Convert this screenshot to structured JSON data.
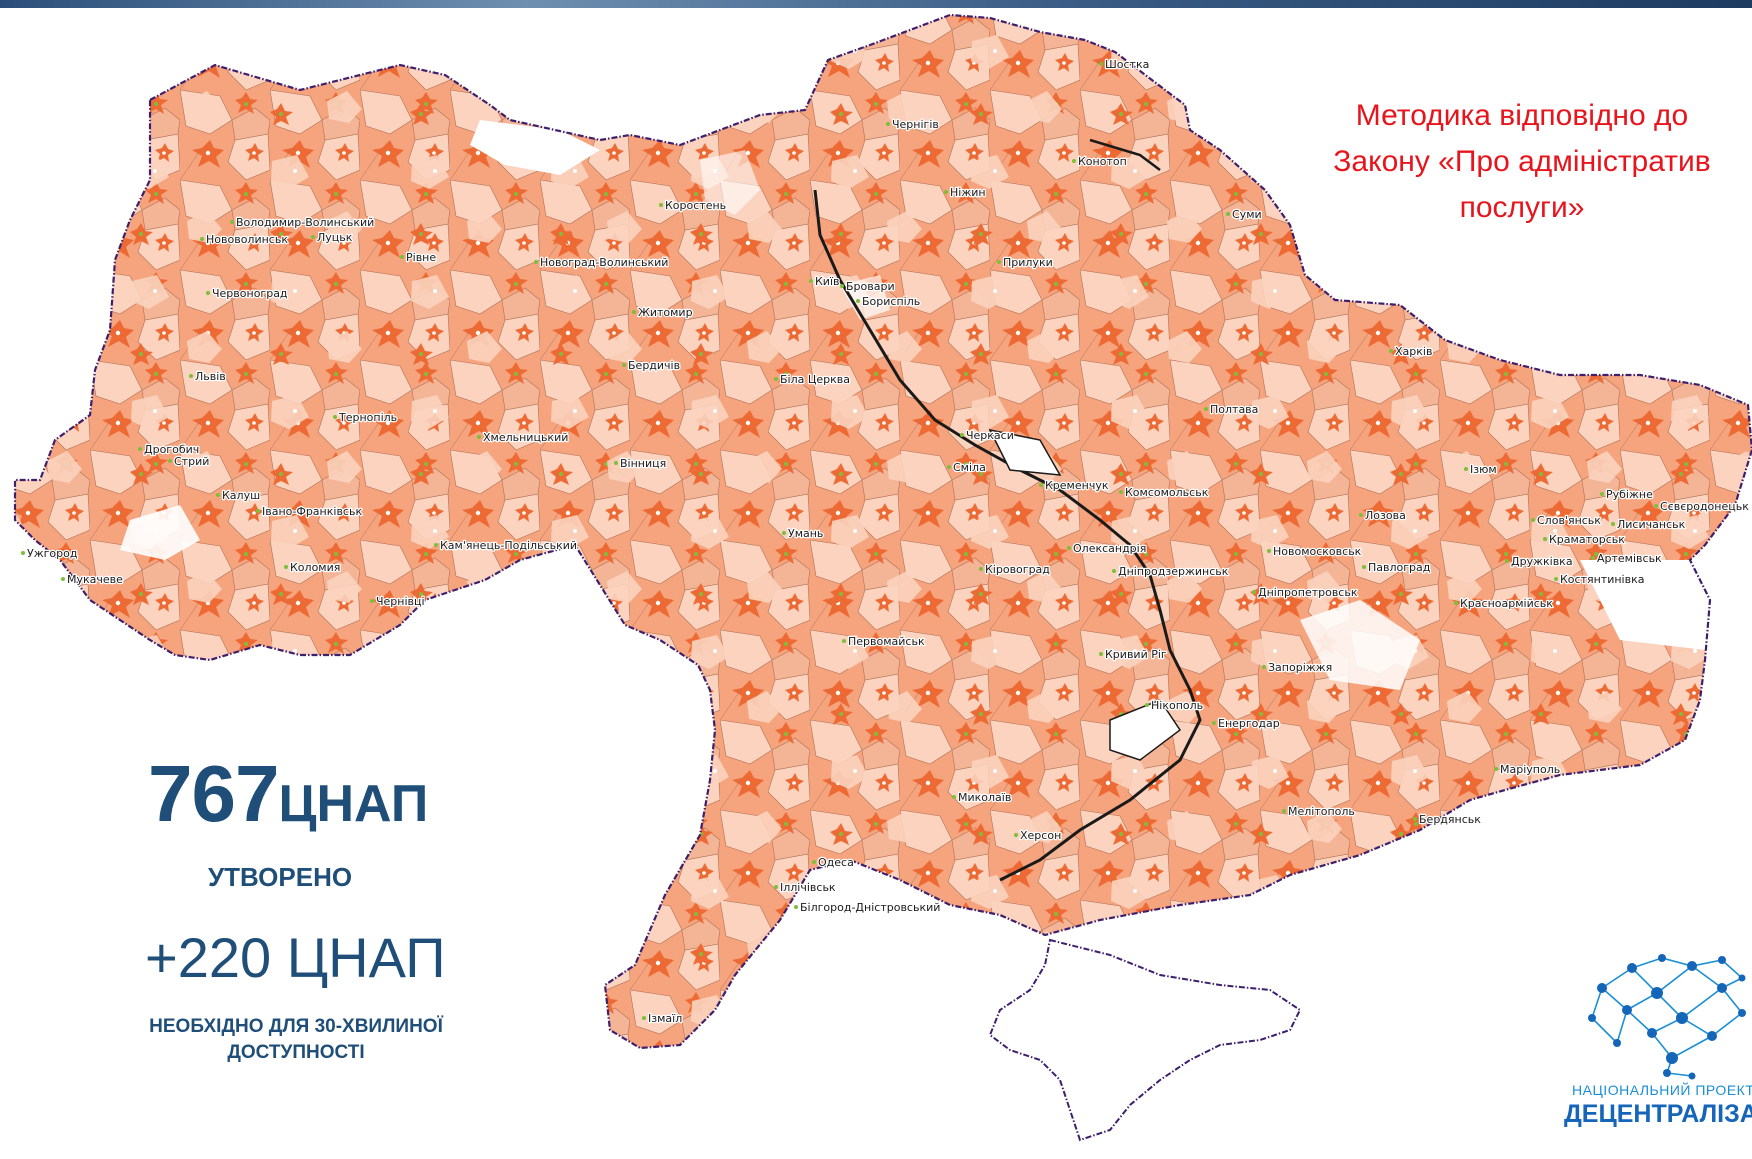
{
  "heading": {
    "lines": [
      "Методика відповідно до",
      "Закону «Про адміністратив",
      "послуги»"
    ]
  },
  "stats": {
    "created_count": "767",
    "created_unit": "ЦНАП",
    "created_caption": "УТВОРЕНО",
    "needed": "+220 ЦНАП",
    "needed_caption": "НЕОБХІДНО ДЛЯ 30-ХВИЛИНОЇ ДОСТУПНОСТІ"
  },
  "map": {
    "colors": {
      "outline": "#3d1f6e",
      "zone_light": "#fbd3be",
      "zone_mid": "#f6a47e",
      "zone_dark": "#ee6a34",
      "center_dot": "#7cbf3a",
      "water": "#1a1a1a"
    },
    "cities": [
      "Шостка",
      "Чернігів",
      "Конотоп",
      "Ніжин",
      "Суми",
      "Прилуки",
      "Бровари",
      "Бориспіль",
      "Київ",
      "Коростень",
      "Новоград-Волинський",
      "Житомир",
      "Володимир-Волинський",
      "Нововолинськ",
      "Луцьк",
      "Рівне",
      "Червоноград",
      "Львів",
      "Тернопіль",
      "Бердичів",
      "Біла Церква",
      "Хмельницький",
      "Дрогобич",
      "Стрий",
      "Калуш",
      "Івано-Франківськ",
      "Вінниця",
      "Кам'янець-Подільський",
      "Ужгород",
      "Мукачеве",
      "Коломия",
      "Чернівці",
      "Умань",
      "Черкаси",
      "Сміла",
      "Кременчук",
      "Комсомольськ",
      "Полтава",
      "Харків",
      "Ізюм",
      "Лозова",
      "Рубіжне",
      "Сєвєродонецьк",
      "Слов'янськ",
      "Лисичанськ",
      "Краматорськ",
      "Артемівськ",
      "Дружківка",
      "Новомосковськ",
      "Павлоград",
      "Костянтинівка",
      "Красноармійськ",
      "Олександрія",
      "Кіровоград",
      "Дніпродзержинськ",
      "Дніпропетровськ",
      "Первомайськ",
      "Кривий Ріг",
      "Запоріжжя",
      "Нікополь",
      "Енергодар",
      "Маріуполь",
      "Миколаїв",
      "Мелітополь",
      "Бердянськ",
      "Херсон",
      "Одеса",
      "Іллічівськ",
      "Білгород-Дністровський",
      "Ізмаїл"
    ]
  },
  "logo": {
    "icon": "network-tree-icon",
    "line1": "НАЦІОНАЛЬНИЙ ПРОЕКТ",
    "line2": "ДЕЦЕНТРАЛІЗАЦІЯ",
    "color_light": "#1a8fd6",
    "color_dark": "#1565b8"
  }
}
